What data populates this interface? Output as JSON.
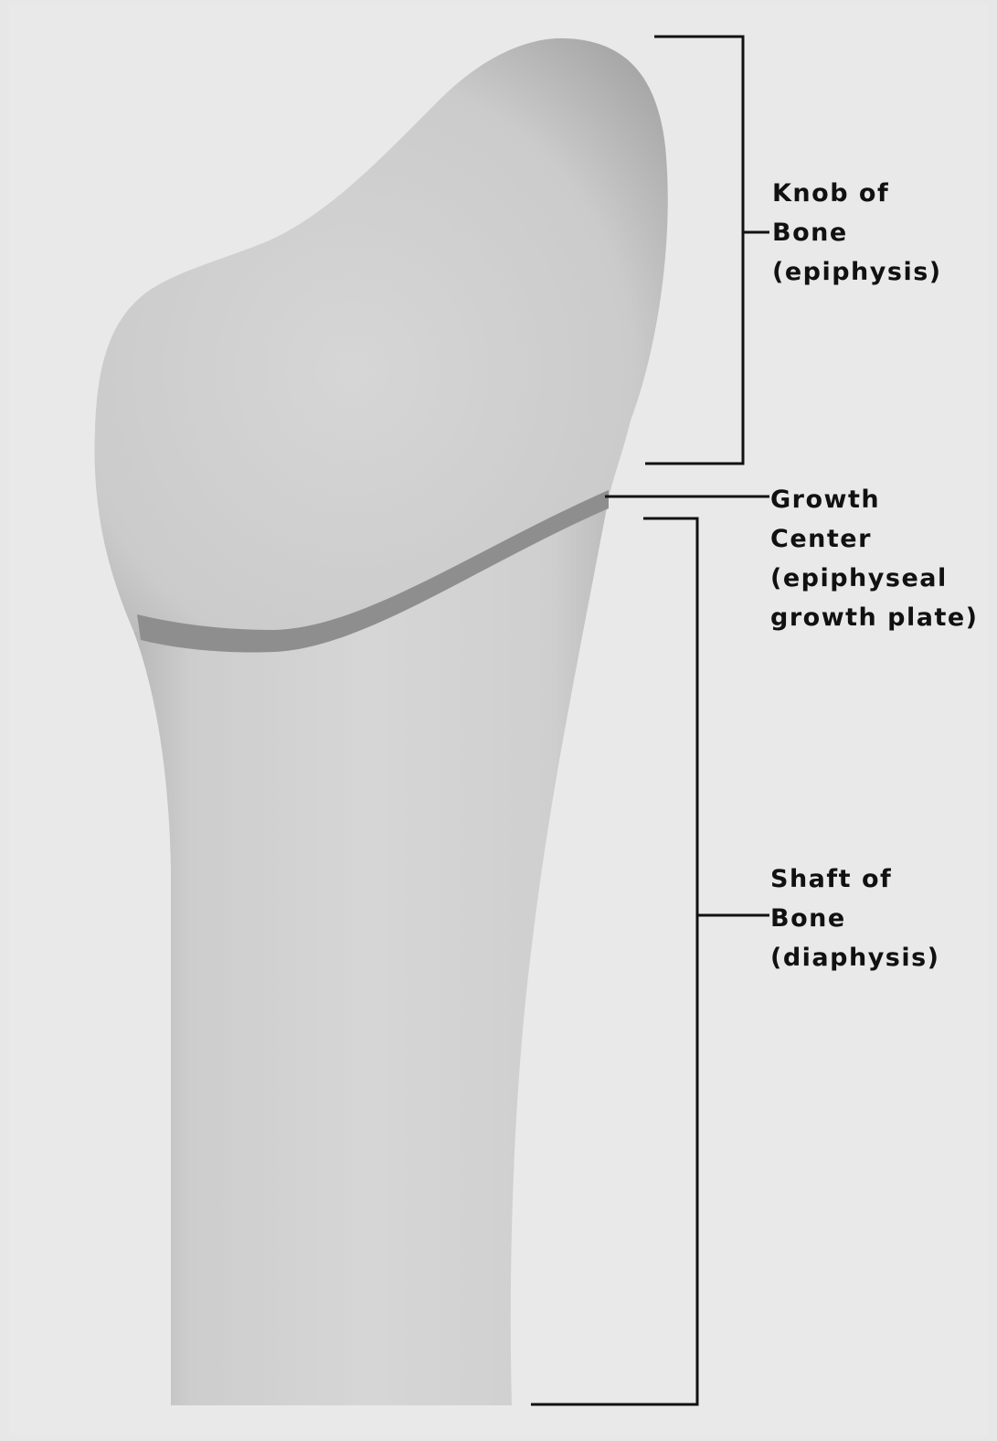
{
  "labels": {
    "knob": {
      "line1": "Knob of",
      "line2": "Bone",
      "line3": "(epiphysis)"
    },
    "growth": {
      "line1": "Growth",
      "line2": "Center",
      "line3": "(epiphyseal",
      "line4": "growth plate)"
    },
    "shaft": {
      "line1": "Shaft of",
      "line2": "Bone",
      "line3": "(diaphysis)"
    }
  },
  "colors": {
    "background": "#e9e9e9",
    "bone_fill": "#d3d3d3",
    "bone_edge": "#a9a9a9",
    "growth_plate": "#8e8e8e",
    "line": "#111111"
  }
}
